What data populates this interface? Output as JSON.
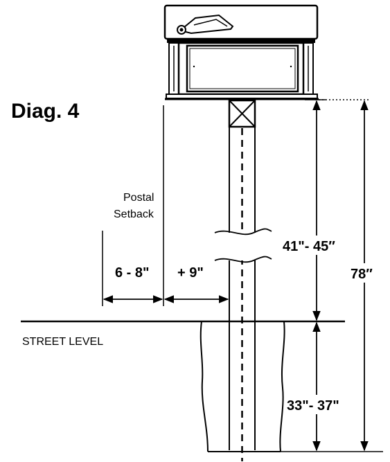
{
  "diagram": {
    "title": "Diag. 4",
    "postal_setback_line1": "Postal",
    "postal_setback_line2": "Setback",
    "street_level": "STREET LEVEL",
    "dimensions": {
      "setback_range": "6 - 8\"",
      "post_offset": "+ 9\"",
      "box_height_range": "41\"- 45″",
      "total_height": "78″",
      "burial_depth_range": "33\"- 37\""
    }
  },
  "colors": {
    "line": "#000000",
    "background": "#ffffff"
  }
}
